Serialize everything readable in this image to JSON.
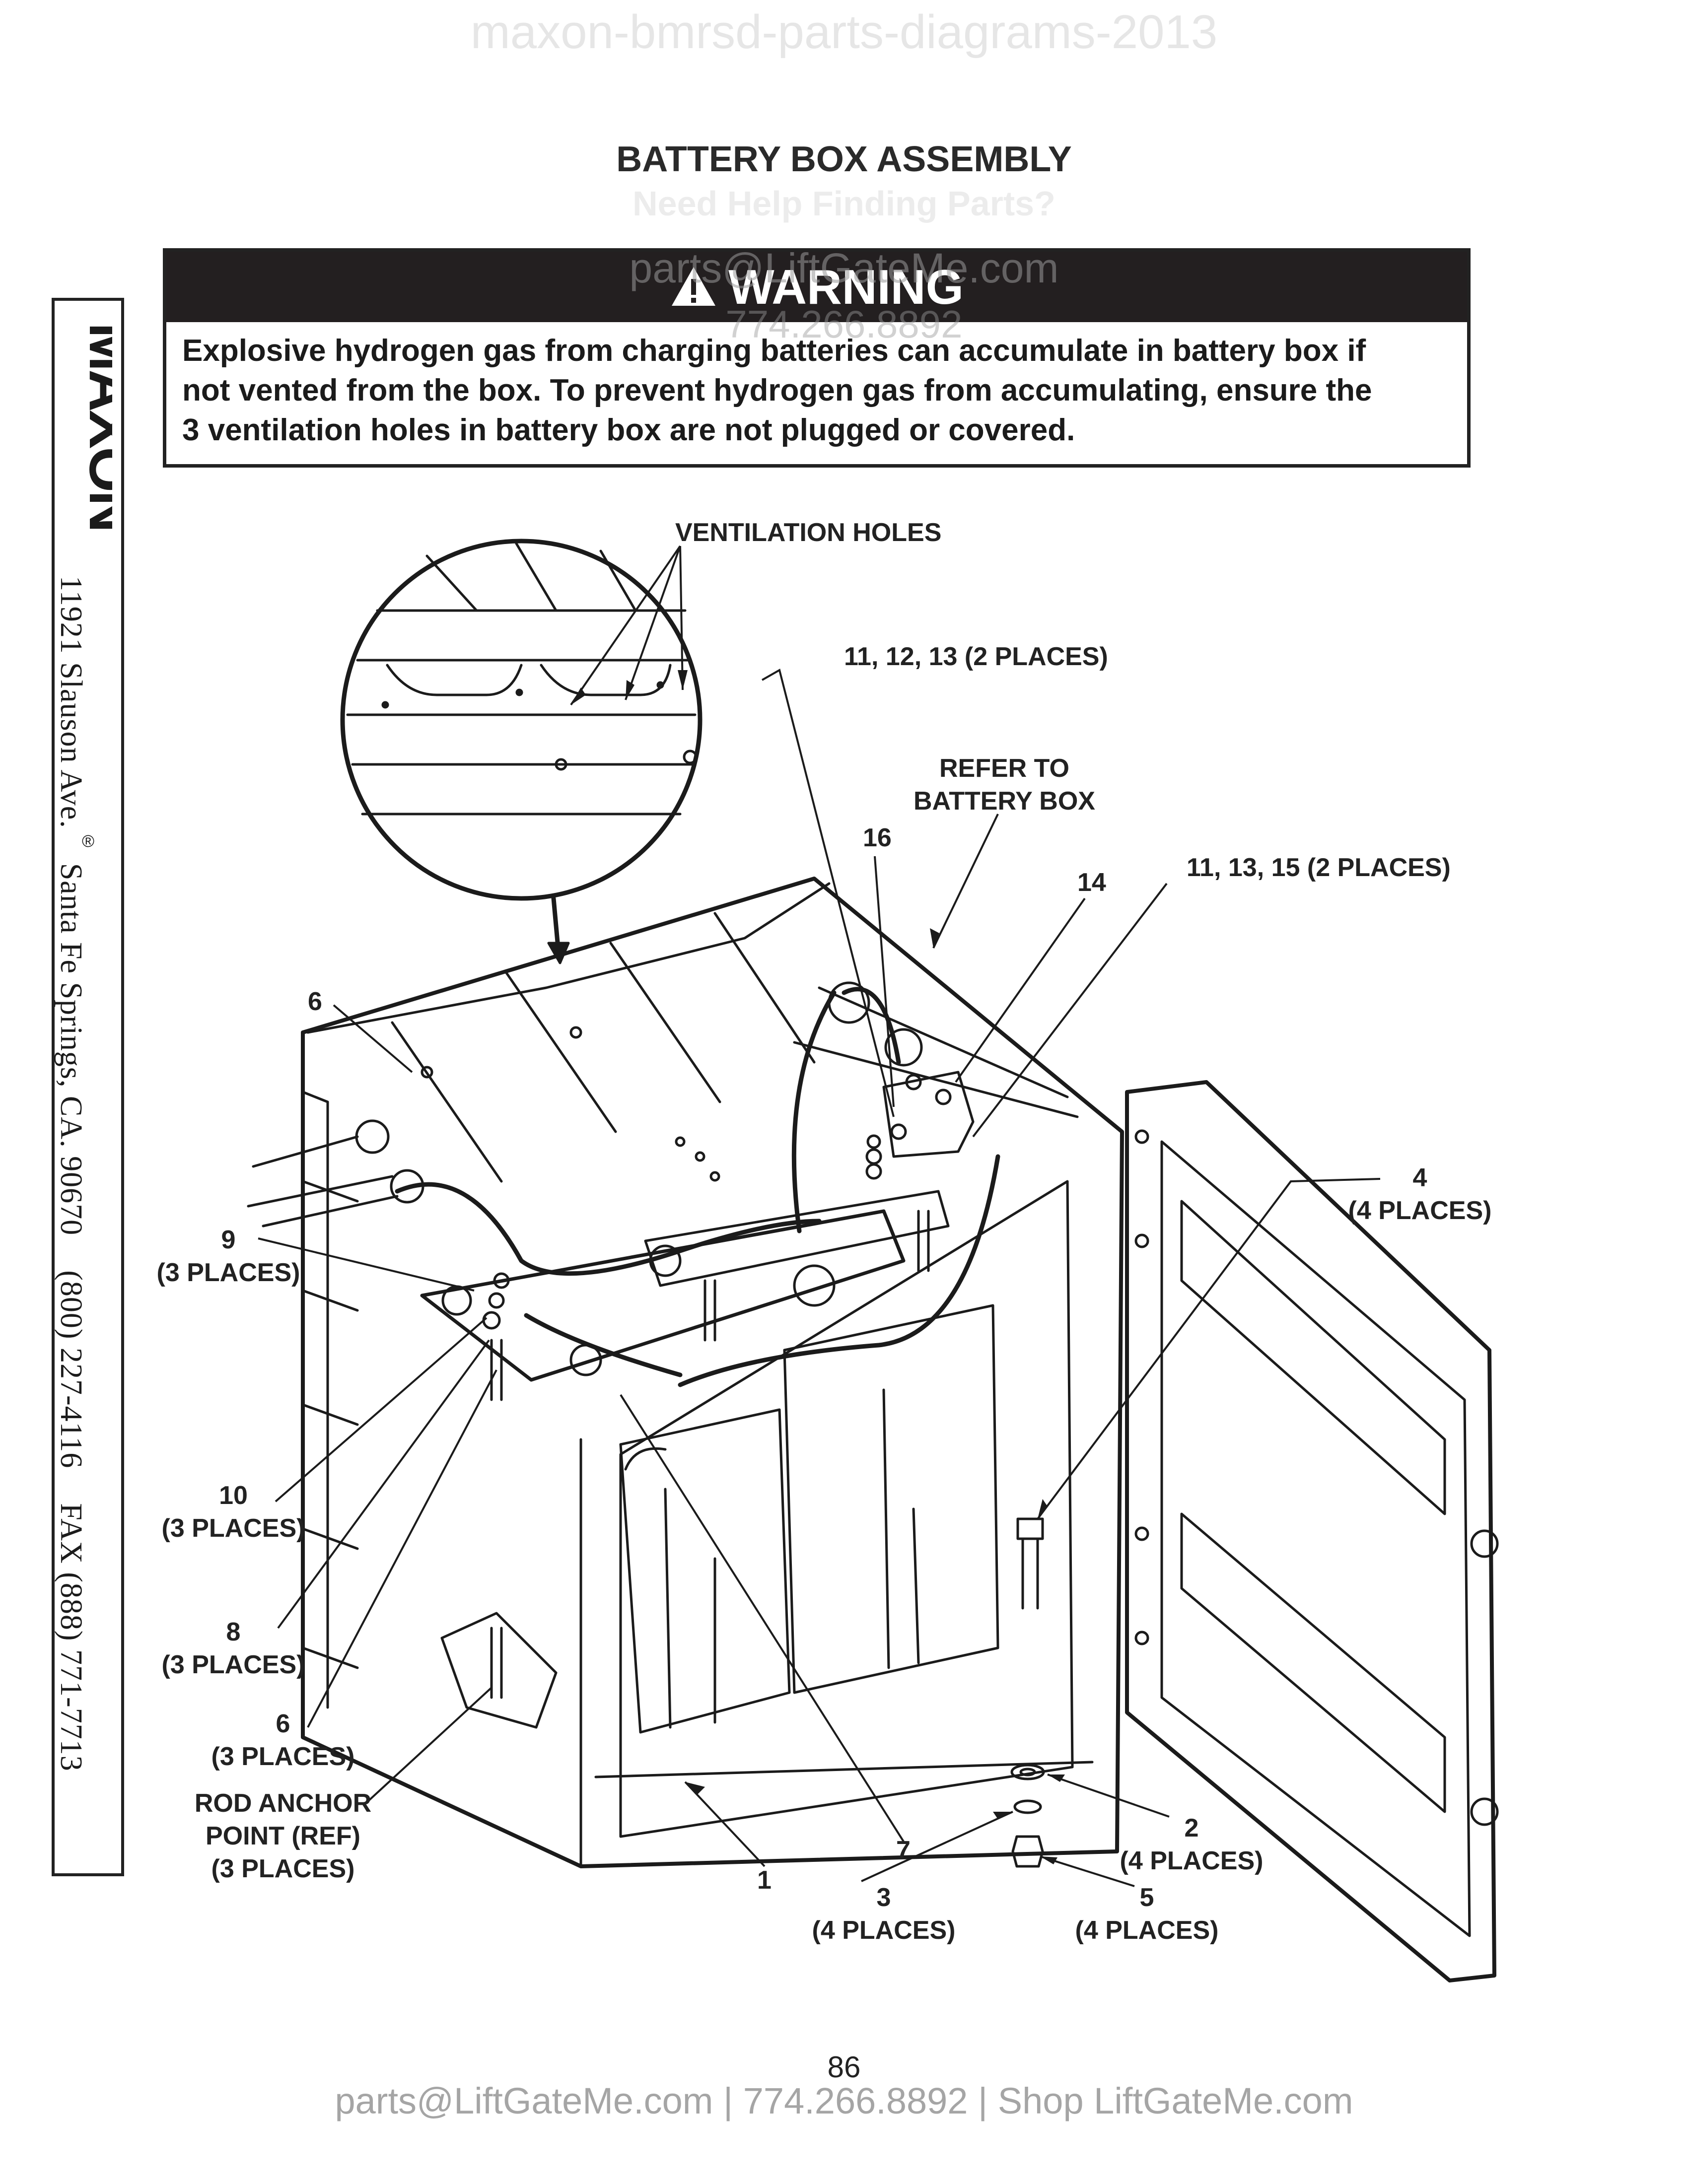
{
  "watermark_top": "maxon-bmrsd-parts-diagrams-2013",
  "title": "BATTERY BOX ASSEMBLY",
  "watermark_help": "Need Help Finding Parts?",
  "watermark_email": "parts@LiftGateMe.com",
  "watermark_phone": "774.266.8892",
  "warning": {
    "icon": "warning-triangle-icon",
    "heading": "WARNING",
    "lines": [
      "Explosive hydrogen gas from charging batteries can accumulate in battery box if",
      "not vented from the box. To prevent hydrogen gas from accumulating, ensure the",
      "3 ventilation holes in battery box are not plugged or covered."
    ]
  },
  "sidebar": {
    "logo": "MAXON",
    "registered": "®",
    "address": "11921 Slauson Ave.",
    "city": "Santa Fe Springs, CA.  90670",
    "phone": "(800) 227-4116",
    "fax": "FAX (888) 771-7713"
  },
  "callouts": {
    "ventilation": "VENTILATION HOLES",
    "c11_12_13": "11, 12, 13 (2 PLACES)",
    "refer_1": "REFER TO",
    "refer_2": "BATTERY BOX",
    "c16": "16",
    "c14": "14",
    "c11_13_15": "11, 13, 15 (2 PLACES)",
    "c6_top": "6",
    "c4": "4",
    "c4_places": "(4 PLACES)",
    "c9": "9",
    "c9_places": "(3 PLACES)",
    "c10": "10",
    "c10_places": "(3 PLACES)",
    "c8": "8",
    "c8_places": "(3 PLACES)",
    "c6": "6",
    "c6_places": "(3 PLACES)",
    "rod_1": "ROD ANCHOR",
    "rod_2": "POINT (REF)",
    "rod_3": "(3 PLACES)",
    "c1": "1",
    "c7": "7",
    "c3": "3",
    "c3_places": "(4 PLACES)",
    "c2": "2",
    "c2_places": "(4 PLACES)",
    "c5": "5",
    "c5_places": "(4 PLACES)"
  },
  "page_number": "86",
  "footer": "parts@LiftGateMe.com | 774.266.8892 | Shop LiftGateMe.com"
}
